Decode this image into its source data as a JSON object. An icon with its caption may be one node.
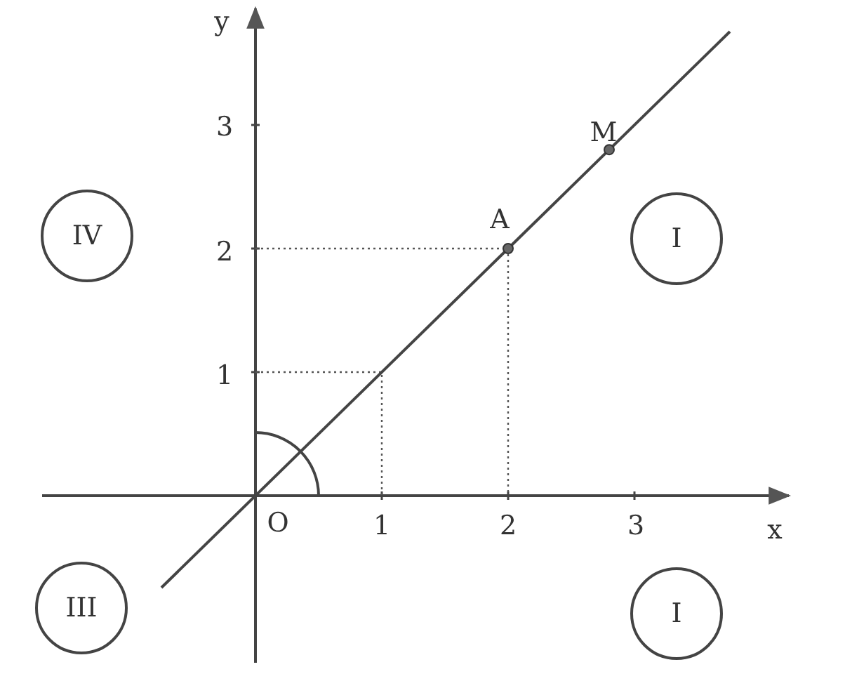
{
  "diagram": {
    "nodes": [
      {
        "text": [
          "IV"
        ]
      },
      {
        "text": [
          "I"
        ]
      },
      {
        "text": [
          "III"
        ]
      },
      {
        "text": [
          "I"
        ]
      }
    ],
    "labels": [
      "y",
      "3",
      "M",
      "A",
      "2",
      "1",
      "O",
      "1",
      "2",
      "3",
      "x"
    ]
  }
}
